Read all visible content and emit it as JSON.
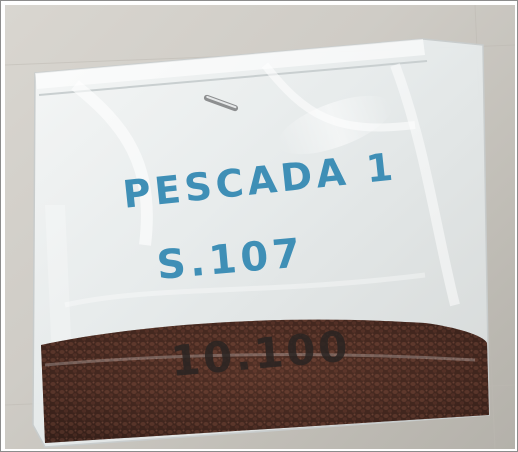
{
  "sample_bag": {
    "line1": "PESCADA 1",
    "line2": "S.107",
    "line3": "10.100"
  },
  "colors": {
    "background": "#d2cfc9",
    "bag_plastic": "#eef3f4",
    "ink_blue": "#3f8fb6",
    "ink_dark": "#2a2422",
    "pellets": "#4a2b22"
  }
}
